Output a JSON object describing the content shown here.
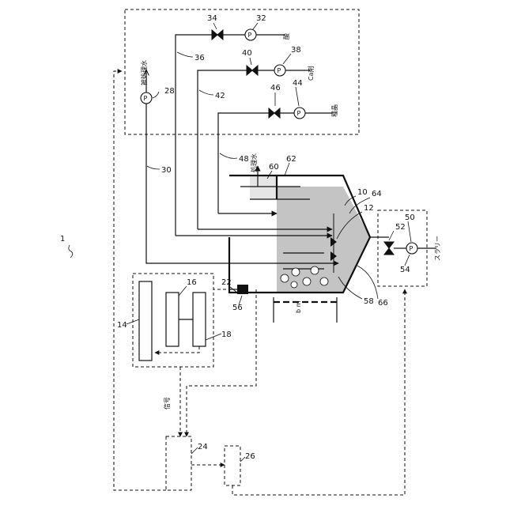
{
  "labels": {
    "system": "1",
    "reagent_box": {
      "n28": "28",
      "n30": "30",
      "n32": "32",
      "n34": "34",
      "n36": "36",
      "n38": "38",
      "n40": "40",
      "n42": "42",
      "n44": "44",
      "n46": "46",
      "acid": "酸",
      "ca": "Ca剤",
      "seed": "種晶",
      "water_to_treat": "被処理水"
    },
    "tank": {
      "n10": "10",
      "n12": "12",
      "n48": "48",
      "n56": "56",
      "n58": "58",
      "n60": "60",
      "n62": "62",
      "n64": "64",
      "n66": "66",
      "treated_water": "処理水",
      "bm": "b m"
    },
    "drain": {
      "n50": "50",
      "n52": "52",
      "n54": "54",
      "slurry": "スラリー"
    },
    "control": {
      "n14": "14",
      "n16": "16",
      "n18": "18",
      "n22": "22",
      "n24": "24",
      "n26": "26",
      "signal": "信号"
    },
    "pump_symbol": "P"
  }
}
